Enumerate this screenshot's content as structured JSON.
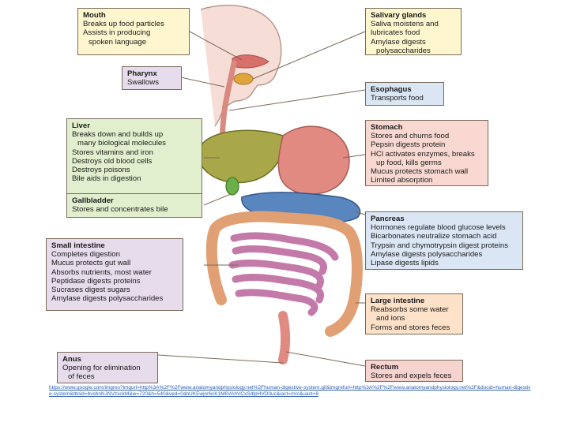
{
  "boxes": {
    "mouth": {
      "title": "Mouth",
      "lines": [
        "Breaks up food particles",
        "Assists in producing",
        "spoken language"
      ]
    },
    "pharynx": {
      "title": "Pharynx",
      "lines": [
        "Swallows"
      ]
    },
    "liver": {
      "title": "Liver",
      "lines": [
        "Breaks down and builds up",
        "many biological molecules",
        "Stores vitamins and iron",
        "Destroys old blood cells",
        "Destroys poisons",
        "Bile aids in digestion"
      ]
    },
    "gallbladder": {
      "title": "Gallbladder",
      "lines": [
        "Stores and concentrates bile"
      ]
    },
    "small_intestine": {
      "title": "Small intestine",
      "lines": [
        "Completes digestion",
        "Mucus protects gut wall",
        "Absorbs nutrients, most water",
        "Peptidase digests proteins",
        "Sucrases digest sugars",
        "Amylase digests polysaccharides"
      ]
    },
    "anus": {
      "title": "Anus",
      "lines": [
        "Opening for elimination",
        "of feces"
      ]
    },
    "salivary": {
      "title": "Salivary glands",
      "lines": [
        "Saliva moistens and",
        "lubricates food",
        "Amylase digests",
        "polysaccharides"
      ]
    },
    "esophagus": {
      "title": "Esophagus",
      "lines": [
        "Transports food"
      ]
    },
    "stomach": {
      "title": "Stomach",
      "lines": [
        "Stores and churns food",
        "Pepsin digests protein",
        "HCl activates enzymes, breaks",
        "up food, kills germs",
        "Mucus protects stomach wall",
        "Limited absorption"
      ]
    },
    "pancreas": {
      "title": "Pancreas",
      "lines": [
        "Hormones regulate blood glucose levels",
        "Bicarbonates neutralize stomach acid",
        "Trypsin and chymotrypsin digest proteins",
        "Amylase digests polysaccharides",
        "Lipase digests lipids"
      ]
    },
    "large_intestine": {
      "title": "Large intestine",
      "lines": [
        "Reabsorbs some water",
        "and ions",
        "Forms and stores feces"
      ]
    },
    "rectum": {
      "title": "Rectum",
      "lines": [
        "Stores and expels feces"
      ]
    }
  },
  "source_url": "https://www.google.com/imgres?imgurl=http%3A%2F%2Fwww.anatomyandphysiology.net%2Fhuman-digestive-system.gif&imgrefurl=http%3A%2F%2Fwww.anatomyandphysiology.net%2F&docid=human-digestive-system&tbnid=bvsbnNJNVzxckM&w=720&h=540&ved=0ahUKEwjnr6cK1M6VAhVCxSdIpHVD0uc&iact=mrc&uact=8",
  "colors": {
    "mouth": "#fdf6cf",
    "pharynx": "#e6dcec",
    "liver": "#e2efcf",
    "gallbladder": "#e2efcf",
    "small_intestine": "#e6dcec",
    "anus": "#e6dcec",
    "salivary": "#fdf6cf",
    "esophagus": "#dbe6f4",
    "stomach": "#f8d8d0",
    "pancreas": "#dbe6f4",
    "large_intestine": "#fde1c8",
    "rectum": "#f7d3d0",
    "liver_organ": "#a8a84a",
    "stomach_organ": "#e08a82",
    "pancreas_organ": "#5a86c0",
    "intestine_organ": "#c47aa8",
    "colon_organ": "#e0a074"
  }
}
